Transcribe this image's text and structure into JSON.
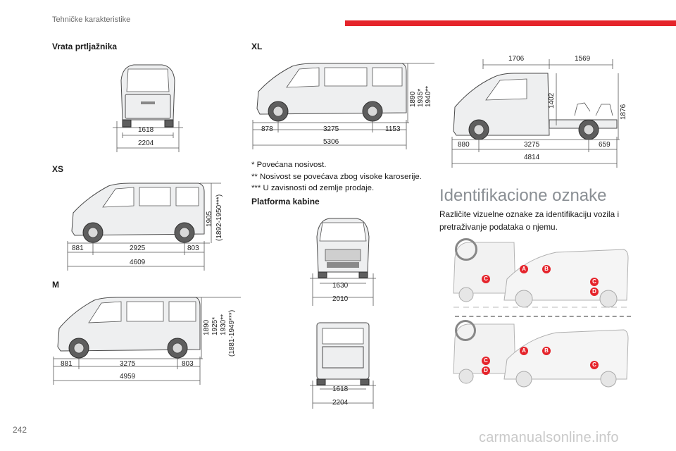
{
  "header": {
    "section": "Tehničke karakteristike",
    "page_number": "242",
    "accent_color": "#e5242b"
  },
  "watermark": "carmanualsonline.info",
  "tailgate": {
    "heading": "Vrata prtljažnika",
    "dims": [
      "1618",
      "2204"
    ]
  },
  "xs": {
    "heading": "XS",
    "dims": [
      "881",
      "2925",
      "803",
      "4609"
    ],
    "heights": [
      "1905",
      "(1892-1950***)"
    ]
  },
  "m": {
    "heading": "M",
    "dims": [
      "881",
      "3275",
      "803",
      "4959"
    ],
    "heights": [
      "1890",
      "1925*",
      "1930**",
      "(1881-1949***)"
    ]
  },
  "xl": {
    "heading": "XL",
    "dims": [
      "878",
      "3275",
      "1153",
      "5306"
    ],
    "heights": [
      "1890",
      "1935*",
      "1940**"
    ]
  },
  "notes": [
    "* Povećana nosivost.",
    "** Nosivost se povećava zbog visoke karoserije.",
    "*** U zavisnosti od zemlje prodaje."
  ],
  "cab": {
    "heading": "Platforma kabine",
    "front_dims": [
      "1630",
      "2010"
    ],
    "rear_dims": [
      "1618",
      "2204"
    ]
  },
  "chassis": {
    "top_dims": [
      "1706",
      "1569"
    ],
    "heights": [
      "1402",
      "1876"
    ],
    "dims": [
      "880",
      "3275",
      "659",
      "4814"
    ]
  },
  "ident": {
    "title": "Identifikacione oznake",
    "description": "Različite vizuelne oznake za identifikaciju vozila i pretraživanje podataka o njemu.",
    "markers_top": [
      "A",
      "B",
      "C",
      "C",
      "D"
    ],
    "markers_bottom": [
      "A",
      "B",
      "C",
      "D",
      "C"
    ],
    "icons": [
      "steering-wheel-icon"
    ]
  }
}
